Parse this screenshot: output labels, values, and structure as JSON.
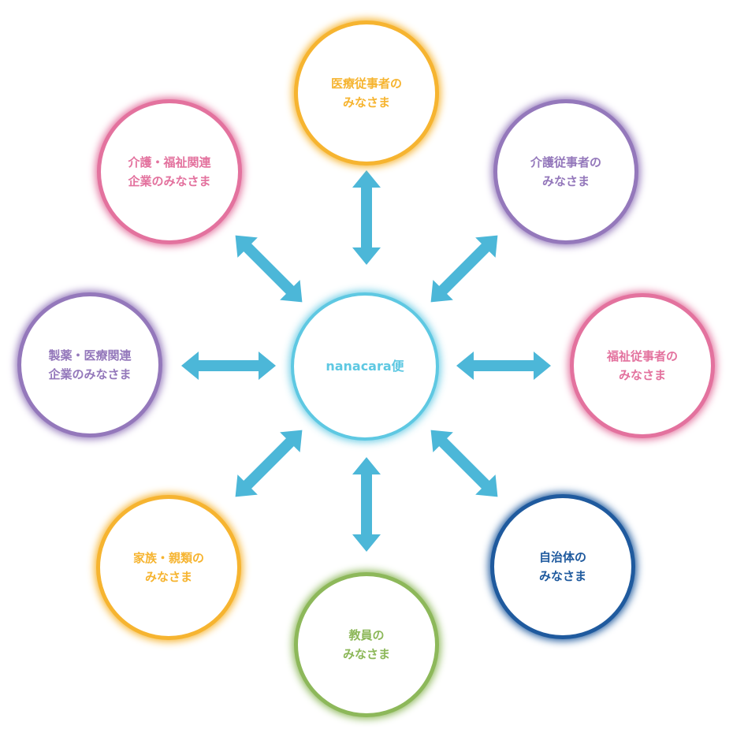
{
  "colors": {
    "center": "#5ec8e2",
    "arrow": "#4cb7d8",
    "orange": "#f6b430",
    "purple": "#9478bb",
    "pink": "#e3729e",
    "navy": "#1f5a9e",
    "green": "#8db85a"
  },
  "center": {
    "label": "nanacara便"
  },
  "nodes": {
    "medical": {
      "label": "医療従事者の\nみなさま"
    },
    "care_worker": {
      "label": "介護従事者の\nみなさま"
    },
    "welfare_worker": {
      "label": "福祉従事者の\nみなさま"
    },
    "municipality": {
      "label": "自治体の\nみなさま"
    },
    "teacher": {
      "label": "教員の\nみなさま"
    },
    "family": {
      "label": "家族・親類の\nみなさま"
    },
    "pharma": {
      "label": "製薬・医療関連\n企業のみなさま"
    },
    "care_company": {
      "label": "介護・福祉関連\n企業のみなさま"
    }
  }
}
